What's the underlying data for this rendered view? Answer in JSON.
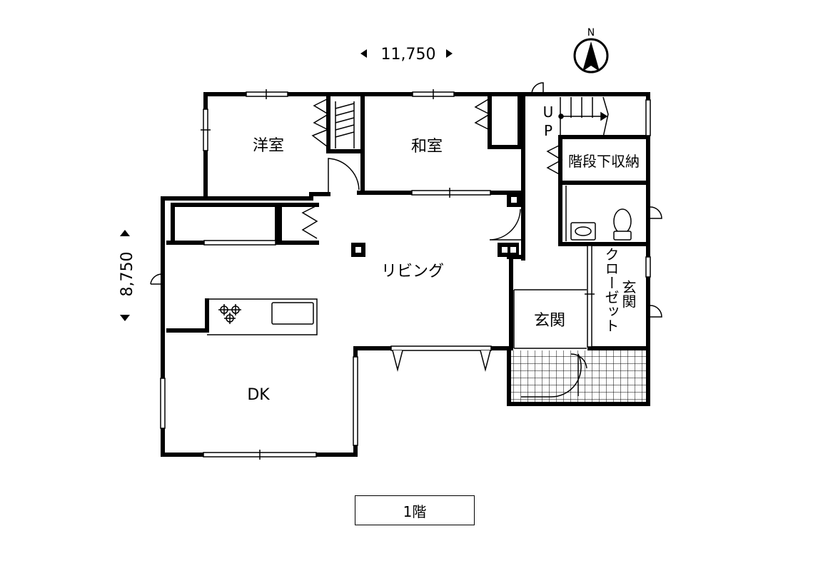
{
  "dimensions": {
    "width": "11,750",
    "depth": "8,750"
  },
  "compass": {
    "label": "N"
  },
  "stairs": {
    "up_u": "U",
    "up_p": "P"
  },
  "rooms": {
    "western": "洋室",
    "japanese": "和室",
    "under_stairs": "階段下収納",
    "living": "リビング",
    "entrance": "玄関",
    "entrance_closet_a": "玄関",
    "entrance_closet_b": "クローゼット",
    "dk": "DK"
  },
  "floor_label": "1階"
}
